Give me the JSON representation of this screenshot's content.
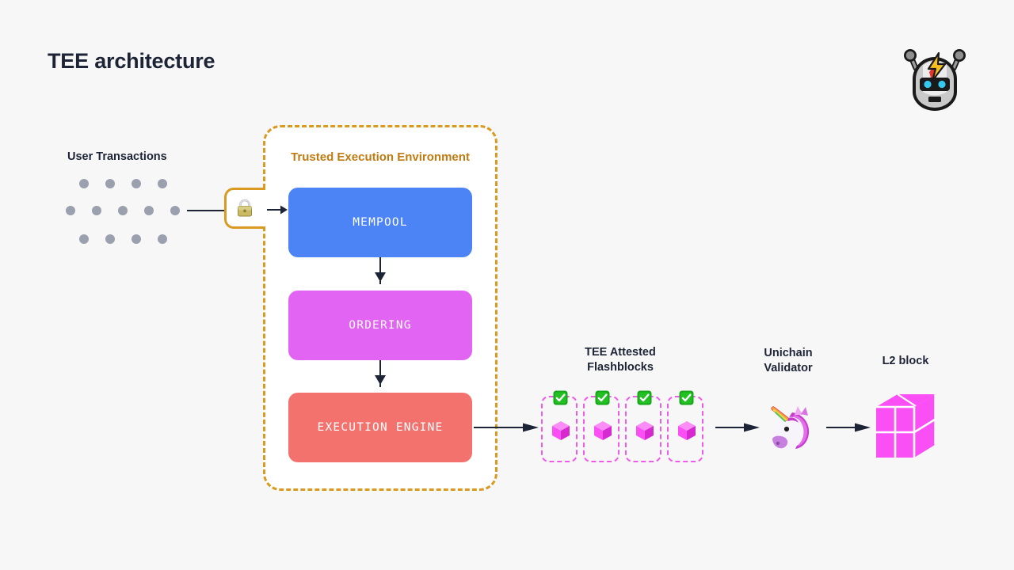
{
  "page": {
    "title": "TEE architecture",
    "background_color": "#f7f7f7"
  },
  "brand": {
    "logo_icon": "flashbots-robot-icon"
  },
  "left_input": {
    "label": "User Transactions",
    "dot_color": "#9aa0ae",
    "dot_rows": [
      4,
      5,
      4
    ]
  },
  "tee": {
    "title": "Trusted Execution Environment",
    "border_color": "#d99a21",
    "title_color": "#c07b12",
    "lock_icon": "padlock-icon",
    "stages": [
      {
        "label": "MEMPOOL",
        "color": "#4c84f5"
      },
      {
        "label": "ORDERING",
        "color": "#e264f2"
      },
      {
        "label": "EXECUTION ENGINE",
        "color": "#f4726e"
      }
    ]
  },
  "flashblocks": {
    "label_line1": "TEE Attested",
    "label_line2": "Flashblocks",
    "border_color": "#f05ae8",
    "count": 4,
    "badge_icon": "green-check-icon",
    "block_icon": "pink-cube-icon"
  },
  "validator": {
    "label_line1": "Unichain",
    "label_line2": "Validator",
    "icon": "unicorn-icon"
  },
  "l2": {
    "label": "L2 block",
    "icon": "magenta-block-cube-icon",
    "color": "#fb4ff6"
  }
}
